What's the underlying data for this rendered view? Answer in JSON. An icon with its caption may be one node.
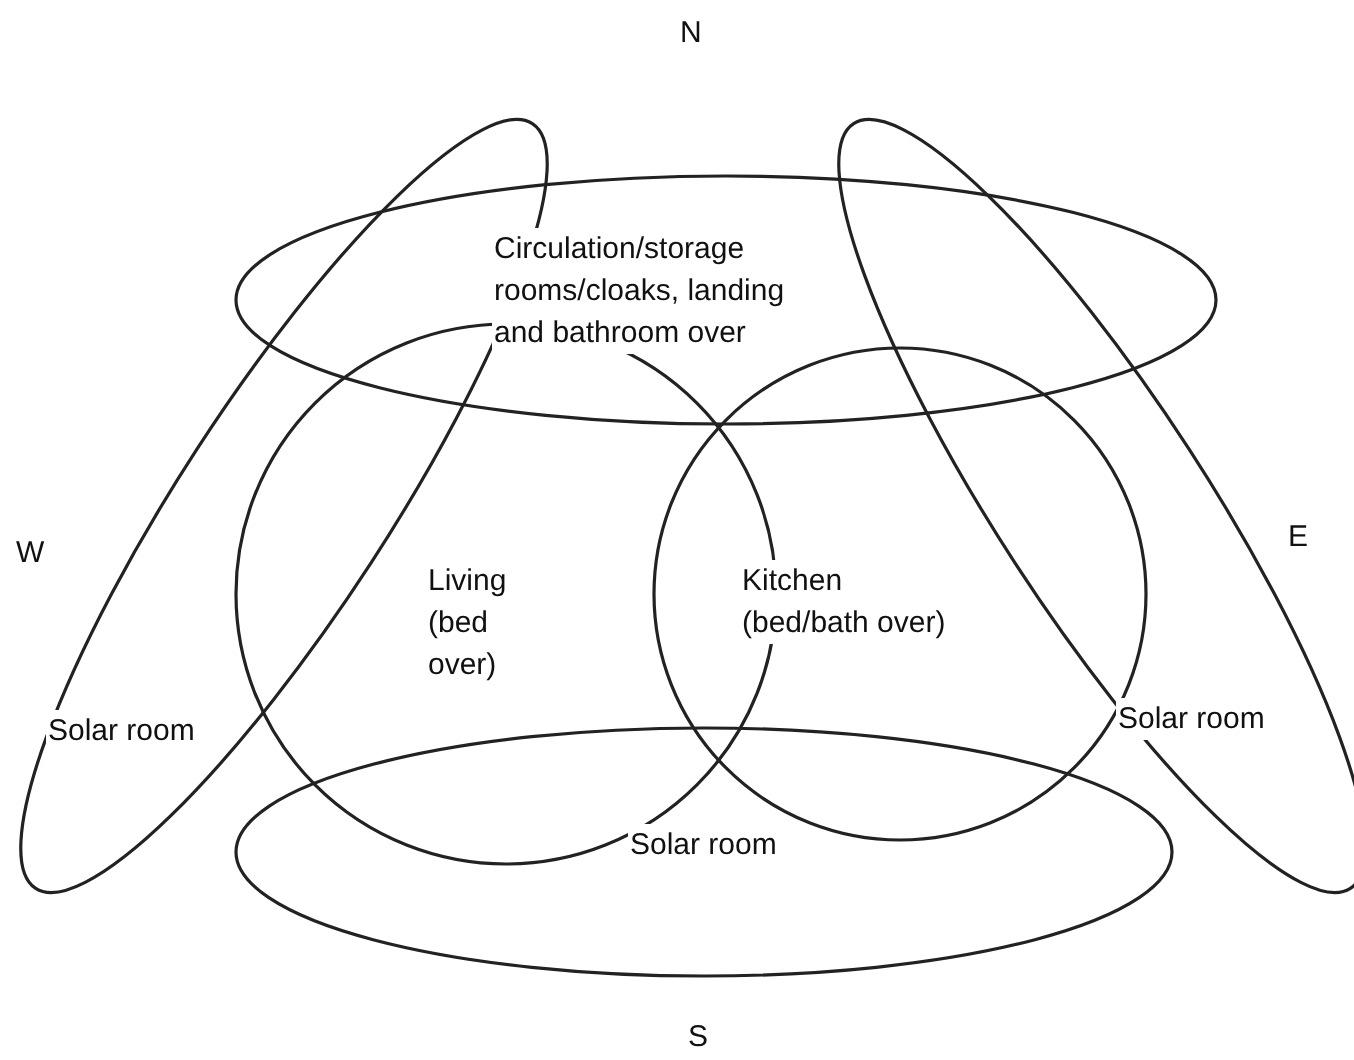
{
  "diagram": {
    "nodes": [
      {
        "text": [
          "Circulation/storage rooms/cloaks, landing and bathroom over"
        ]
      },
      {
        "text": [
          "Living (bed over)"
        ]
      },
      {
        "text": [
          "Kitchen (bed/bath over)"
        ]
      },
      {
        "text": [
          "Solar room"
        ]
      },
      {
        "text": [
          "Solar room"
        ]
      },
      {
        "text": [
          "Solar room"
        ]
      }
    ],
    "labels": [
      "N",
      "W",
      "E",
      "S"
    ]
  }
}
